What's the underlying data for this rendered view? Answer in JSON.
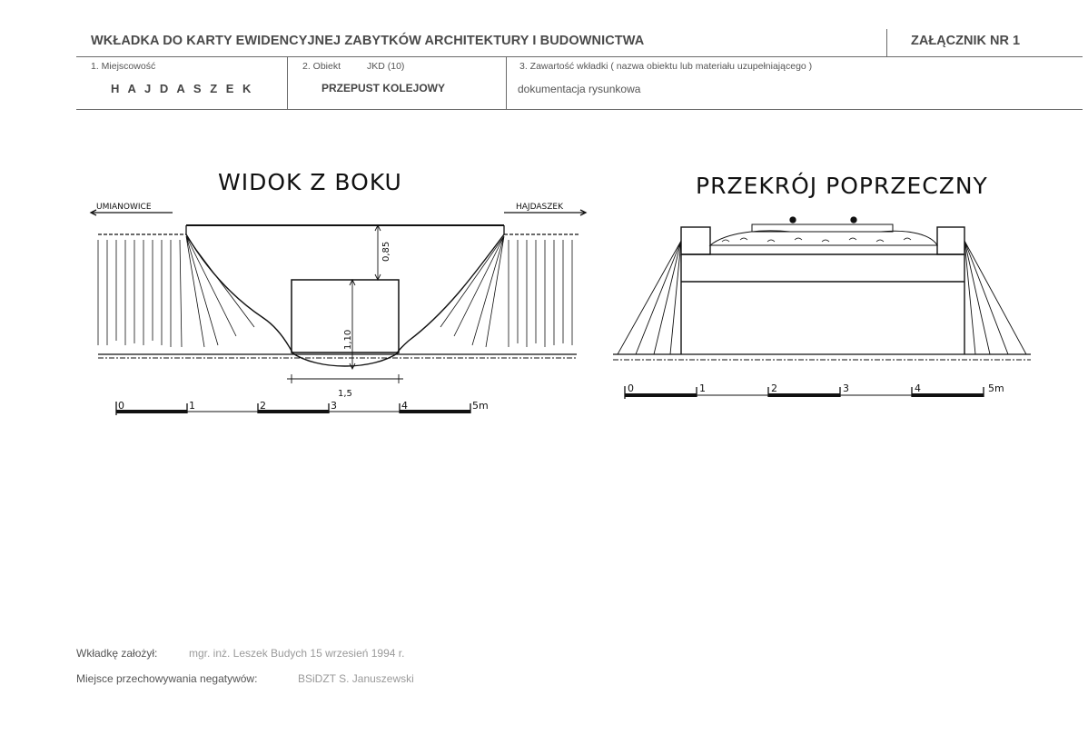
{
  "header": {
    "title": "WKŁADKA DO KARTY EWIDENCYJNEJ ZABYTKÓW ARCHITEKTURY I BUDOWNICTWA",
    "attachment": "ZAŁĄCZNIK NR 1"
  },
  "fields": {
    "locality_label": "1. Miejscowość",
    "locality_value": "H A J D A S Z E K",
    "object_label": "2. Obiekt",
    "object_code": "JKD (10)",
    "object_value": "PRZEPUST KOLEJOWY",
    "contents_label": "3. Zawartość wkładki ( nazwa obiektu lub materiału uzupełniającego )",
    "contents_value": "dokumentacja rysunkowa"
  },
  "drawings": {
    "side_view": {
      "title": "WIDOK Z BOKU",
      "left_direction": "UMIANOWICE",
      "right_direction": "HAJDASZEK",
      "dim_top": "0,85",
      "dim_height": "1,10",
      "dim_width": "1,5",
      "scale_labels": [
        "0",
        "1",
        "2",
        "3",
        "4",
        "5m"
      ]
    },
    "cross_section": {
      "title": "PRZEKRÓJ POPRZECZNY",
      "scale_labels": [
        "0",
        "1",
        "2",
        "3",
        "4",
        "5m"
      ]
    }
  },
  "footer": {
    "created_by_label": "Wkładkę założył:",
    "created_by_value": "mgr. inż. Leszek Budych 15 wrzesień 1994 r.",
    "storage_label": "Miejsce przechowywania negatywów:",
    "storage_value": "BSiDZT S. Januszewski"
  }
}
